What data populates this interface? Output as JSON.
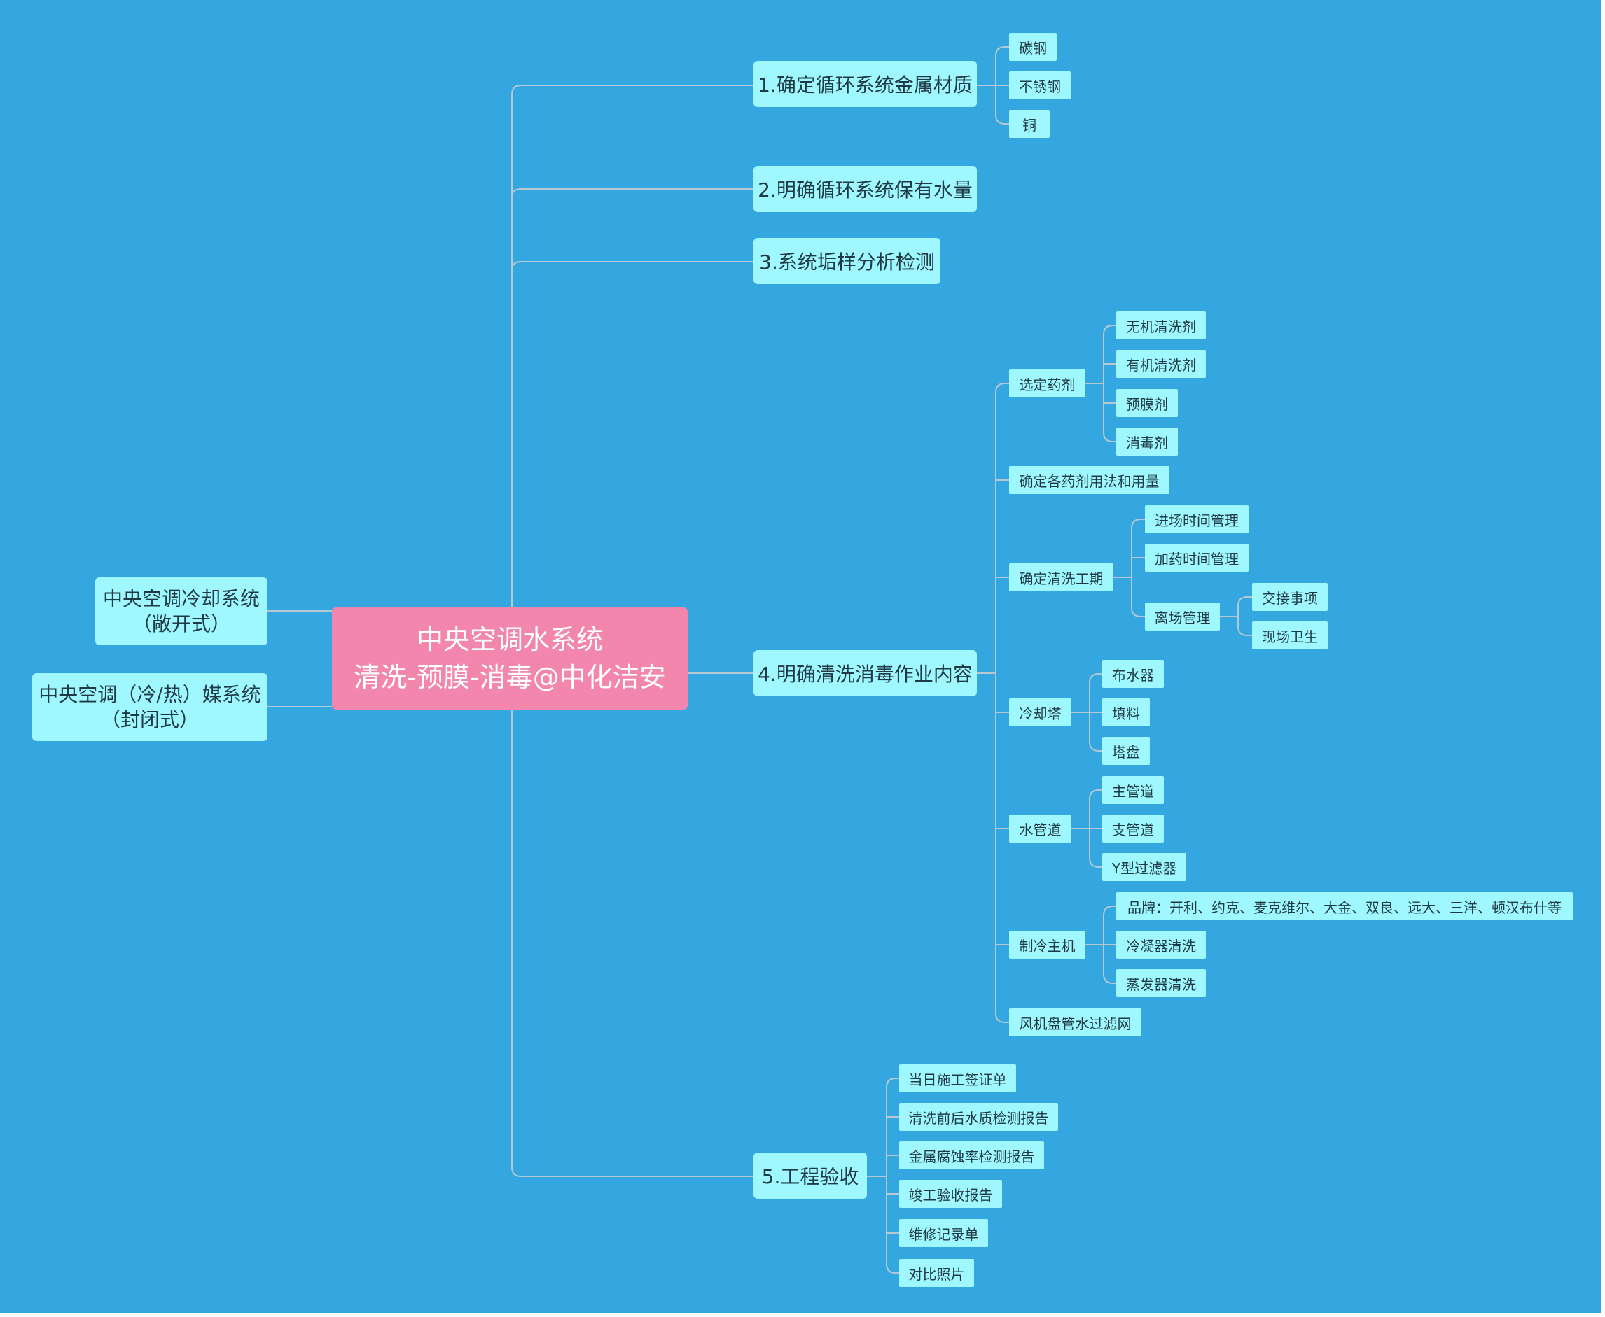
{
  "root": {
    "line1": "中央空调水系统",
    "line2": "清洗-预膜-消毒@中化洁安"
  },
  "left": [
    {
      "line1": "中央空调冷却系统",
      "line2": "（敞开式）"
    },
    {
      "line1": "中央空调（冷/热）媒系统",
      "line2": "（封闭式）"
    }
  ],
  "branches": {
    "b1": {
      "label": "1.确定循环系统金属材质",
      "children": [
        "碳钢",
        "不锈钢",
        "铜"
      ]
    },
    "b2": {
      "label": "2.明确循环系统保有水量"
    },
    "b3": {
      "label": "3.系统垢样分析检测"
    },
    "b4": {
      "label": "4.明确清洗消毒作业内容",
      "select": {
        "label": "选定药剂",
        "children": [
          "无机清洗剂",
          "有机清洗剂",
          "预膜剂",
          "消毒剂"
        ]
      },
      "dosage": "确定各药剂用法和用量",
      "schedule": {
        "label": "确定清洗工期",
        "enter": "进场时间管理",
        "dosing": "加药时间管理",
        "leave": {
          "label": "离场管理",
          "children": [
            "交接事项",
            "现场卫生"
          ]
        }
      },
      "tower": {
        "label": "冷却塔",
        "children": [
          "布水器",
          "填料",
          "塔盘"
        ]
      },
      "pipe": {
        "label": "水管道",
        "children": [
          "主管道",
          "支管道",
          "Y型过滤器"
        ]
      },
      "chiller": {
        "label": "制冷主机",
        "children": [
          "品牌：开利、约克、麦克维尔、大金、双良、远大、三洋、顿汉布什等",
          "冷凝器清洗",
          "蒸发器清洗"
        ]
      },
      "fancoil": "风机盘管水过滤网"
    },
    "b5": {
      "label": "5.工程验收",
      "children": [
        "当日施工签证单",
        "清洗前后水质检测报告",
        "金属腐蚀率检测报告",
        "竣工验收报告",
        "维修记录单",
        "对比照片"
      ]
    }
  },
  "colors": {
    "background": "#34a7e0",
    "root": "#f386ad",
    "node": "#9ff8ff",
    "connector": "#b8c8d0"
  }
}
